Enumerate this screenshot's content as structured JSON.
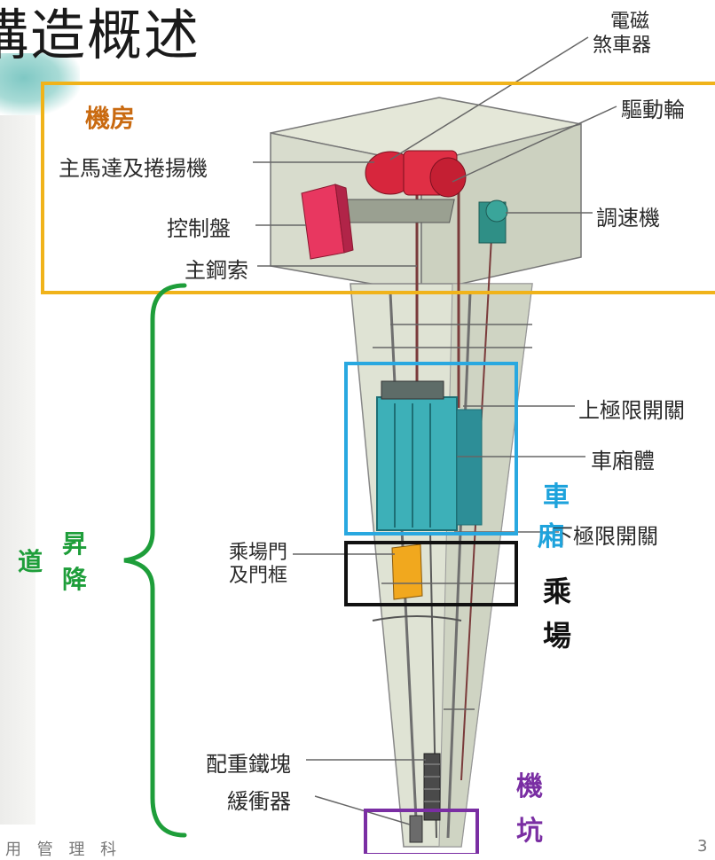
{
  "title": "構造概述",
  "labels": {
    "brake": [
      "電磁",
      "煞車器"
    ],
    "drive_wheel": "驅動輪",
    "main_motor": "主馬達及捲揚機",
    "control_panel": "控制盤",
    "main_cable": "主鋼索",
    "governor": "調速機",
    "upper_limit": "上極限開關",
    "car_body": "車廂體",
    "lower_limit": "下極限開關",
    "landing_door": [
      "乘場門",
      "及門框"
    ],
    "counterweight": "配重鐵塊",
    "buffer": "緩衝器"
  },
  "sections": {
    "machine_room": "機房",
    "car": [
      "車",
      "廂"
    ],
    "landing": [
      "乘",
      "場"
    ],
    "pit": [
      "機",
      "坑"
    ],
    "hoistway": [
      "昇",
      "降",
      "道"
    ]
  },
  "colors": {
    "machine_room_box": "#f0b31a",
    "car_box": "#29a8e0",
    "landing_box": "#111111",
    "pit_box": "#7a2ea3",
    "hoistway_brace": "#1e9e3a"
  },
  "footer": {
    "text": "用 管 理 科",
    "page": "3"
  }
}
